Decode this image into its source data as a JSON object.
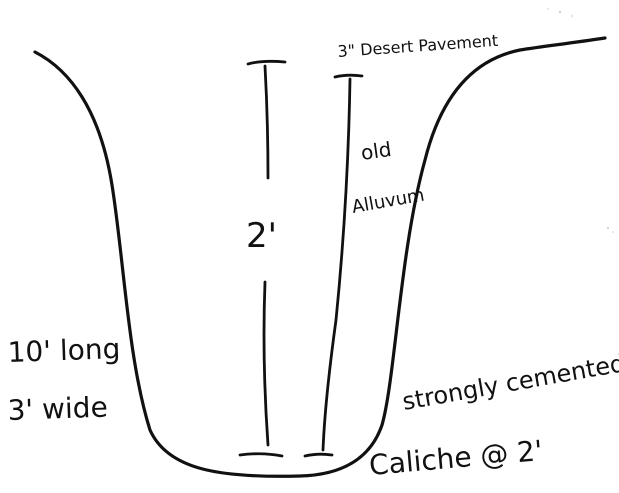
{
  "labels": {
    "pavement": "3\" Desert Pavement",
    "depth": "2'",
    "old": "old",
    "alluvium": "Alluvum",
    "length": "10' long",
    "width": "3' wide",
    "cemented": "strongly cemented",
    "caliche": "Caliche @ 2'"
  },
  "colors": {
    "ink": "#111111",
    "paper": "#ffffff"
  }
}
